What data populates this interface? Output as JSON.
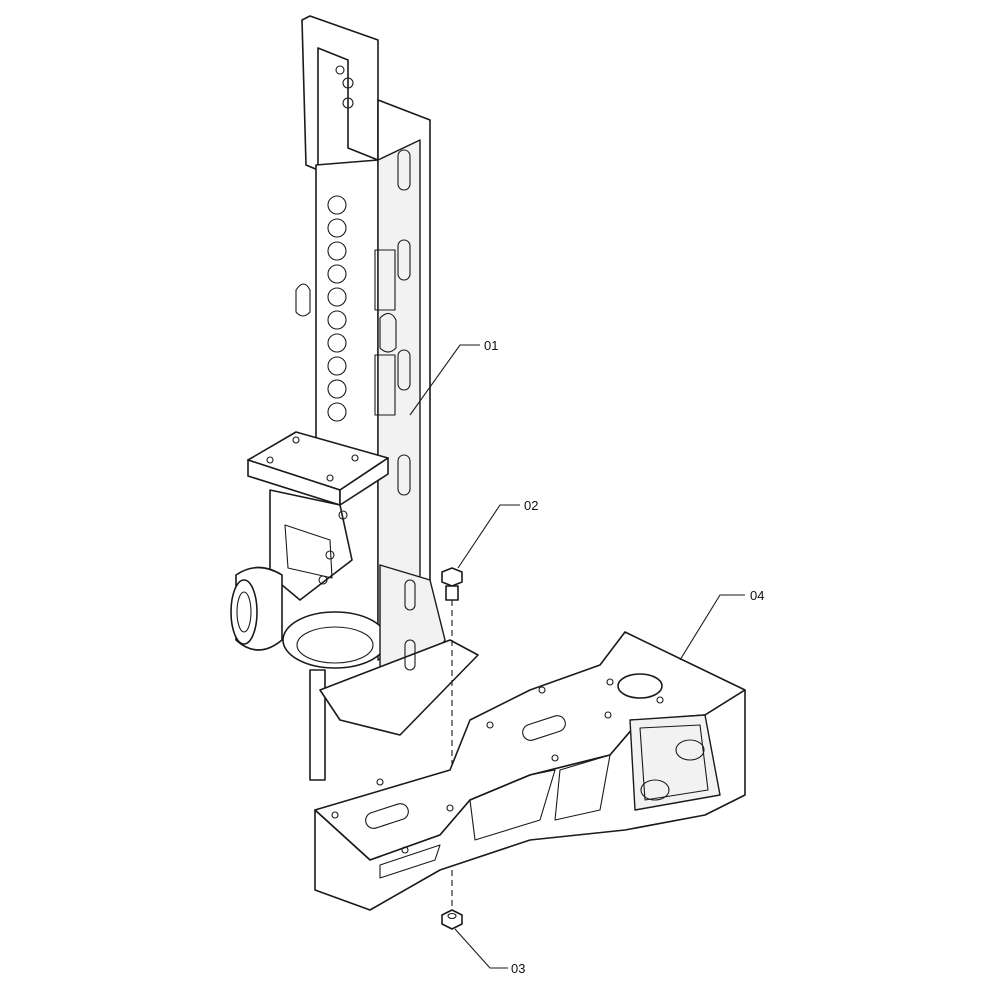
{
  "callouts": {
    "c01": "01",
    "c02": "02",
    "c03": "03",
    "c04": "04"
  }
}
